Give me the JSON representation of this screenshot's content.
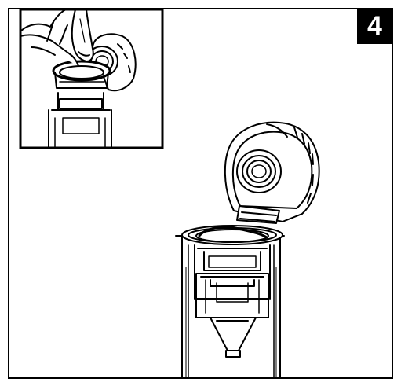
{
  "step": {
    "number": "4"
  },
  "colors": {
    "ink": "#000000",
    "paper": "#ffffff",
    "badge_bg": "#000000",
    "badge_fg": "#ffffff"
  },
  "illustration": {
    "main_view": "water-filter-pitcher-open-lid",
    "inset_view": "hand-inserting-filter-ring"
  }
}
